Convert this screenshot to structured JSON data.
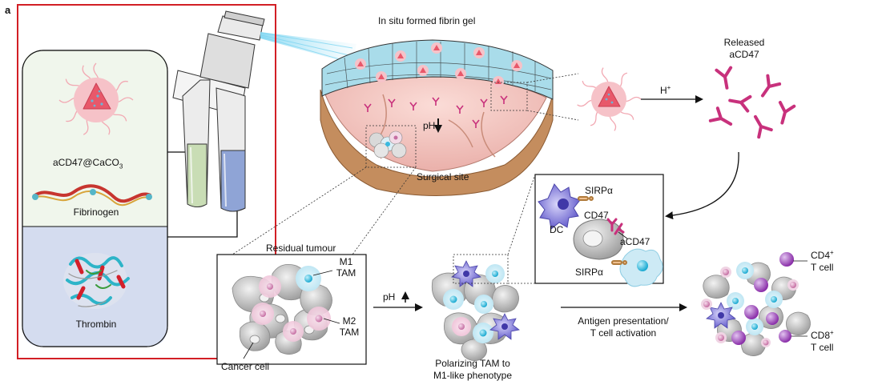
{
  "panel": {
    "letter": "a"
  },
  "left_box": {
    "particle_label_main": "aCD47@CaCO",
    "particle_label_sub": "3",
    "fibrinogen": "Fibrinogen",
    "thrombin": "Thrombin"
  },
  "surgical": {
    "gel_title": "In situ formed fibrin gel",
    "site_label": "Surgical site",
    "ph_label": "pH"
  },
  "release": {
    "title_line1": "Released",
    "title_line2": "aCD47",
    "reaction": "H",
    "reaction_sup": "+"
  },
  "interaction": {
    "sirpa_top": "SIRPα",
    "cd47": "CD47",
    "dc": "DC",
    "acd47": "aCD47",
    "sirpa_bottom": "SIRPα"
  },
  "tumour": {
    "title": "Residual  tumour",
    "m1_line1": "M1",
    "m1_line2": "TAM",
    "m2_line1": "M2",
    "m2_line2": "TAM",
    "cancer_cell": "Cancer cell"
  },
  "ph_arrow_label": "pH",
  "polarize": {
    "line1": "Polarizing TAM to",
    "line2": "M1-like phenotype"
  },
  "antigen": {
    "line1": "Antigen presentation/",
    "line2": "T cell activation"
  },
  "tcells": {
    "cd4_main": "CD4",
    "cd4_sup": "+",
    "cd4_line2": "T cell",
    "cd8_main": "CD8",
    "cd8_sup": "+",
    "cd8_line2": "T cell"
  },
  "colors": {
    "highlight_border": "#d21f25",
    "particle_core": "#e8586a",
    "gel_blue": "#a9dcea",
    "tissue_pink": "#f4c6c2",
    "antibody": "#c8317c",
    "m1_cyan": "#3fc6e6",
    "m2_pink": "#e6a3c6",
    "dc_purple": "#6a5fd0",
    "cd4_purple": "#9b3fb6",
    "fibrinogen_bg": "#f0f6ec",
    "thrombin_bg": "#d4dcef"
  }
}
